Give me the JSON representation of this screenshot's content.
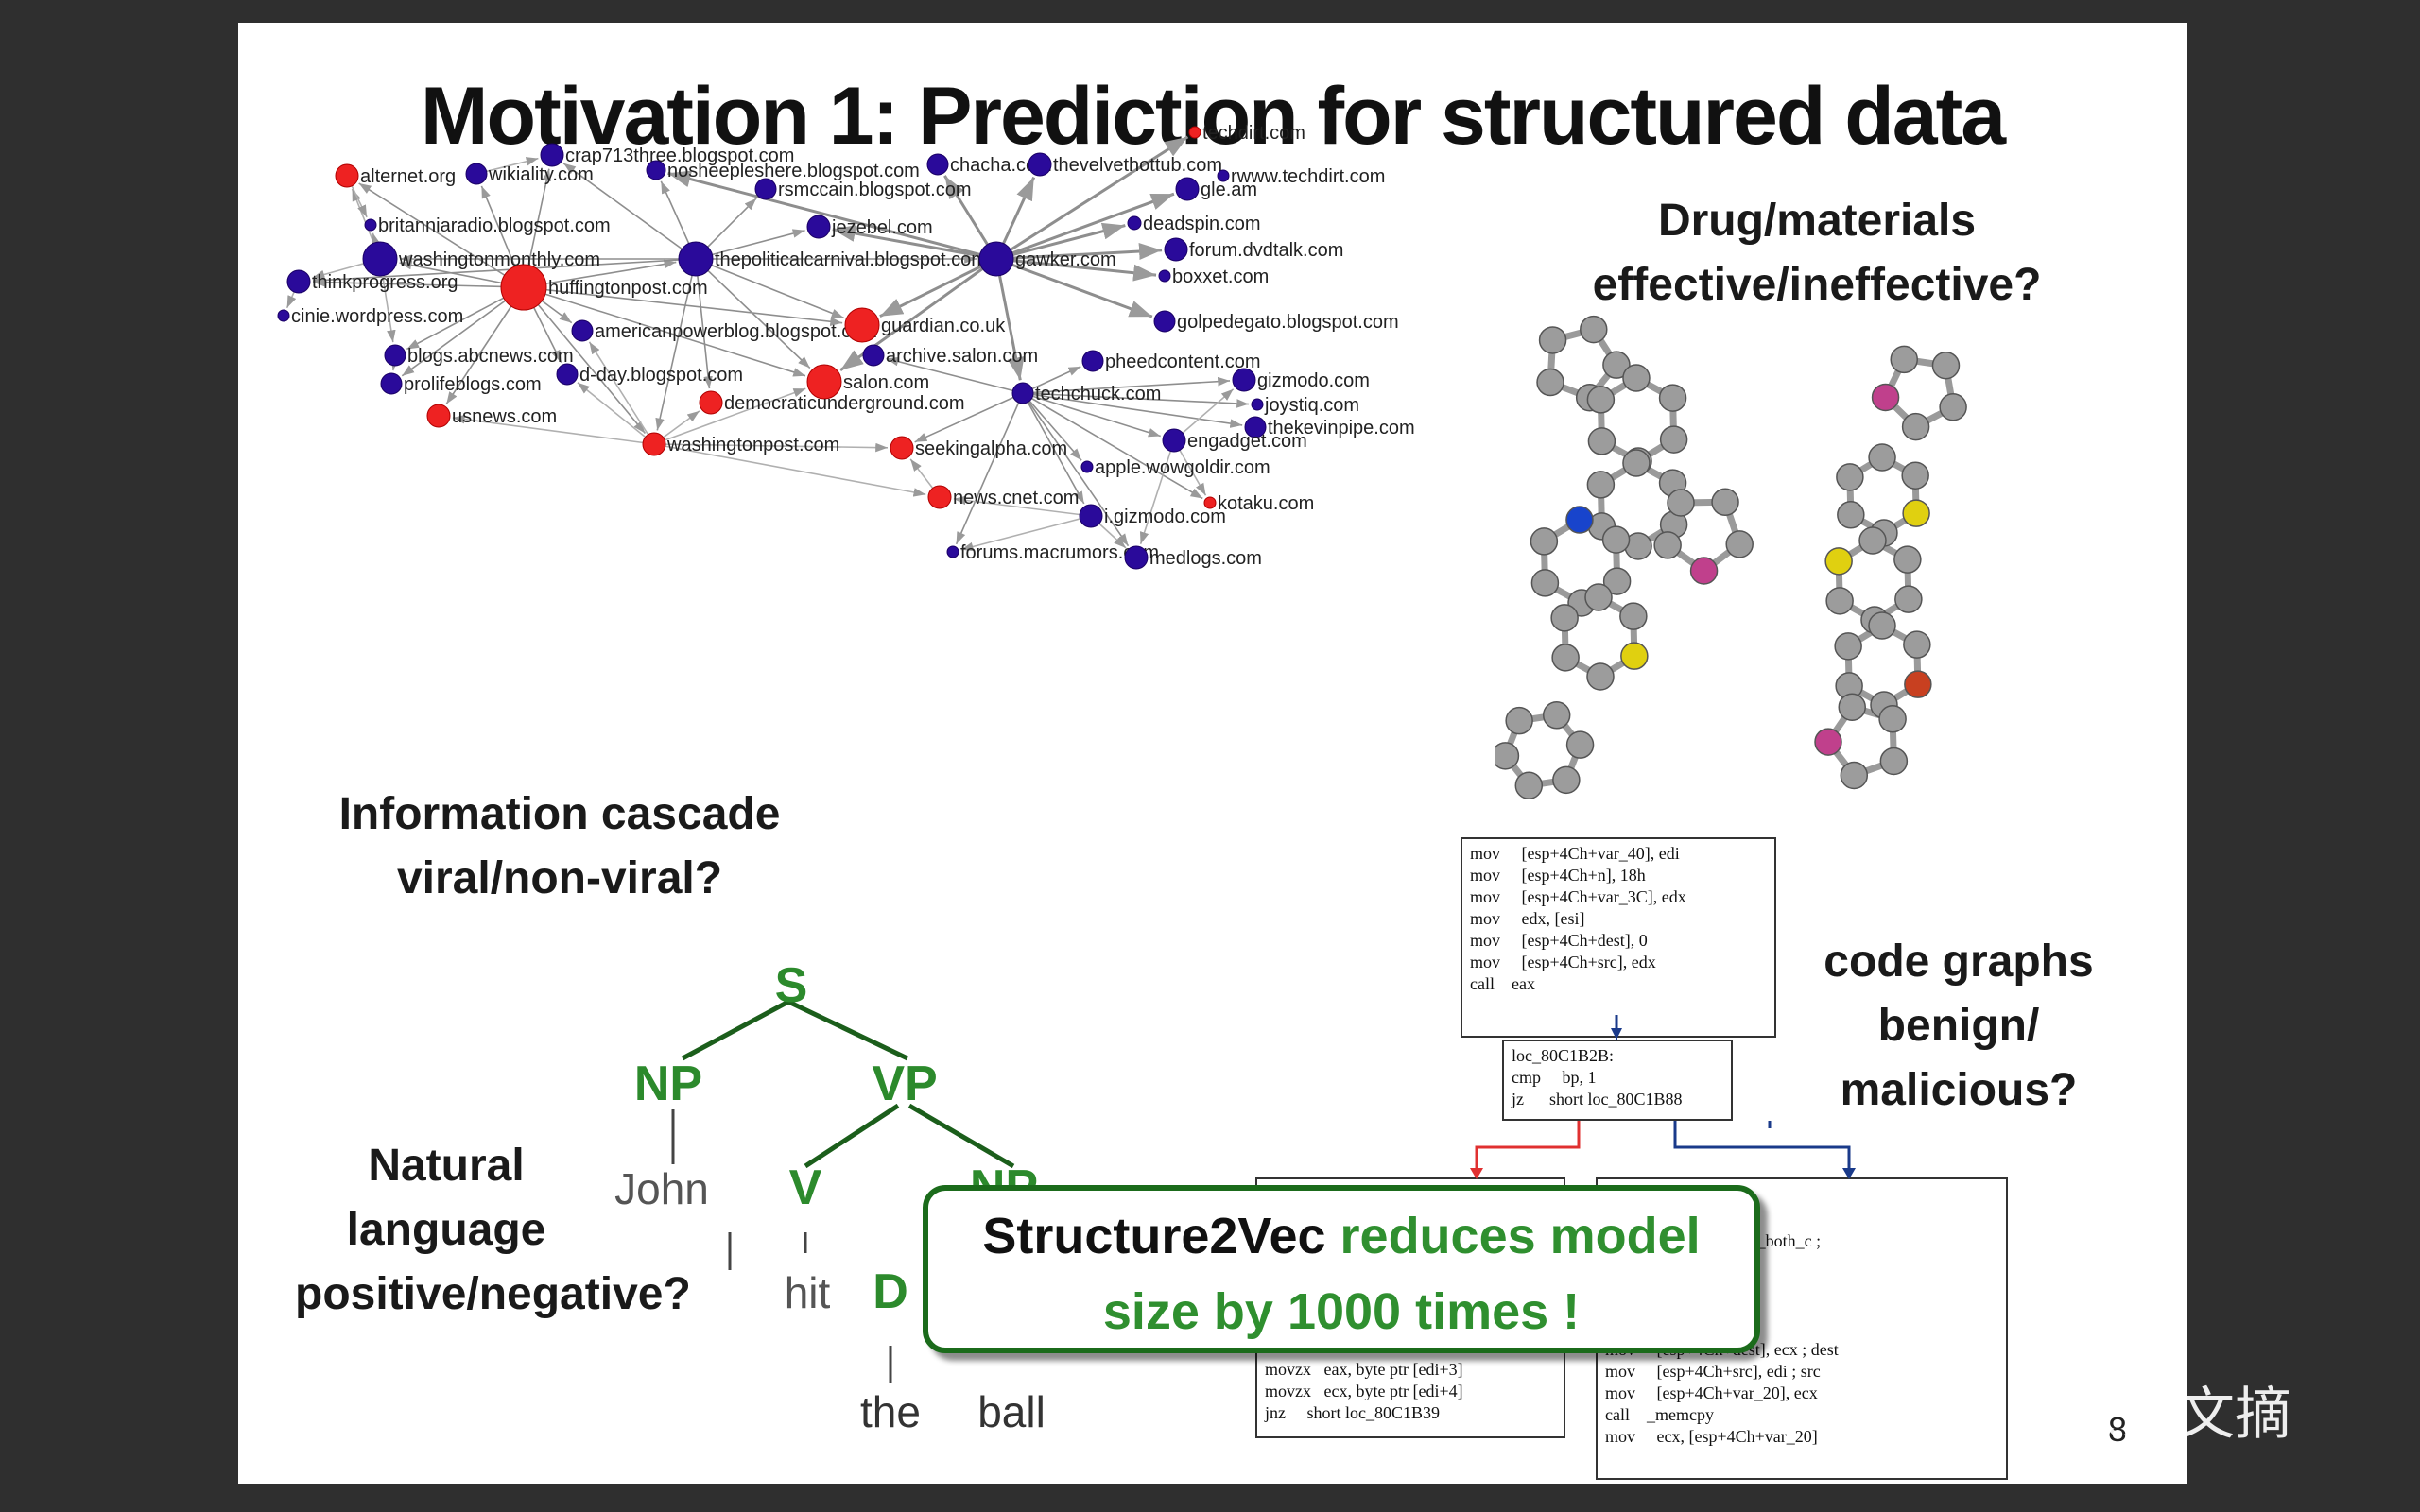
{
  "slide": {
    "title": "Motivation 1: Prediction for structured data",
    "page_number": "8"
  },
  "labels": {
    "cascade_line1": "Information cascade",
    "cascade_line2": "viral/non-viral?",
    "drug_line1": "Drug/materials",
    "drug_line2": "effective/ineffective?",
    "code_line1": "code graphs",
    "code_line2": "benign/",
    "code_line3": "malicious?",
    "nl_line1": "Natural",
    "nl_line2": "language",
    "nl_line3": "positive/negative?"
  },
  "network": {
    "colors": {
      "viral": "#ee2222",
      "nonviral": "#2a0a9a",
      "edge": "#a8a8a8"
    },
    "nodes": [
      {
        "label": "techdirt.com",
        "color": "red"
      },
      {
        "label": "crap713three.blogspot.com",
        "color": "blue"
      },
      {
        "label": "alternet.org",
        "color": "red"
      },
      {
        "label": "wikiality.com",
        "color": "blue"
      },
      {
        "label": "nosheepleshere.blogspot.com",
        "color": "blue"
      },
      {
        "label": "chacha.com",
        "color": "blue"
      },
      {
        "label": "thevelvethottub.com",
        "color": "blue"
      },
      {
        "label": "rwww.techdirt.com",
        "color": "blue"
      },
      {
        "label": "rsmccain.blogspot.com",
        "color": "blue"
      },
      {
        "label": "gle.am",
        "color": "blue"
      },
      {
        "label": "britanniaradio.blogspot.com",
        "color": "blue"
      },
      {
        "label": "jezebel.com",
        "color": "blue"
      },
      {
        "label": "deadspin.com",
        "color": "blue"
      },
      {
        "label": "washingtonmonthly.com",
        "color": "blue"
      },
      {
        "label": "forum.dvdtalk.com",
        "color": "blue"
      },
      {
        "label": "thepoliticalcarnival.blogspot.com",
        "color": "blue"
      },
      {
        "label": "gawker.com",
        "color": "blue"
      },
      {
        "label": "thinkprogress.org",
        "color": "blue"
      },
      {
        "label": "boxxet.com",
        "color": "blue"
      },
      {
        "label": "huffingtonpost.com",
        "color": "red"
      },
      {
        "label": "cinie.wordpress.com",
        "color": "blue"
      },
      {
        "label": "americanpowerblog.blogspot.com",
        "color": "blue"
      },
      {
        "label": "guardian.co.uk",
        "color": "red"
      },
      {
        "label": "golpedegato.blogspot.com",
        "color": "blue"
      },
      {
        "label": "blogs.abcnews.com",
        "color": "blue"
      },
      {
        "label": "archive.salon.com",
        "color": "blue"
      },
      {
        "label": "pheedcontent.com",
        "color": "blue"
      },
      {
        "label": "prolifeblogs.com",
        "color": "blue"
      },
      {
        "label": "d-day.blogspot.com",
        "color": "blue"
      },
      {
        "label": "salon.com",
        "color": "red"
      },
      {
        "label": "gizmodo.com",
        "color": "blue"
      },
      {
        "label": "techchuck.com",
        "color": "blue"
      },
      {
        "label": "democraticunderground.com",
        "color": "red"
      },
      {
        "label": "joystiq.com",
        "color": "blue"
      },
      {
        "label": "usnews.com",
        "color": "red"
      },
      {
        "label": "thekevinpipe.com",
        "color": "blue"
      },
      {
        "label": "engadget.com",
        "color": "blue"
      },
      {
        "label": "washingtonpost.com",
        "color": "red"
      },
      {
        "label": "seekingalpha.com",
        "color": "red"
      },
      {
        "label": "apple.wowgoldir.com",
        "color": "blue"
      },
      {
        "label": "news.cnet.com",
        "color": "red"
      },
      {
        "label": "kotaku.com",
        "color": "red"
      },
      {
        "label": "i.gizmodo.com",
        "color": "blue"
      },
      {
        "label": "forums.macrumors.com",
        "color": "blue"
      },
      {
        "label": "medlogs.com",
        "color": "blue"
      }
    ]
  },
  "parse_tree": {
    "nodes": [
      "S",
      "NP",
      "VP",
      "John",
      "V",
      "NP",
      "hit",
      "D",
      "the",
      "ball"
    ]
  },
  "code": {
    "block1": "mov     [esp+4Ch+var_40], edi\nmov     [esp+4Ch+n], 18h\nmov     [esp+4Ch+var_3C], edx\nmov     edx, [esi]\nmov     [esp+4Ch+dest], 0\nmov     [esp+4Ch+src], edx\ncall    eax",
    "block2": "loc_80C1B2B:\ncmp     bp, 1\njz      short loc_80C1B88",
    "block3": "movzx   eax, byte ptr [edi+3]\nmovzx   ecx, byte ptr [edi+4]\njnz     short loc_80C1B39",
    "block4": "                  +13h]\n\n           src], offset aD1_both_c ;\n           dest], eax\n           var_24], eax\n           malloc\n\nmov     [esp+4Ch+dest], ecx ; dest\nmov     [esp+4Ch+src], edi ; src\nmov     [esp+4Ch+var_20], ecx\ncall    _memcpy\nmov     ecx, [esp+4Ch+var_20]"
  },
  "callout": {
    "part1": "Structure2Vec",
    "part2": " reduces model",
    "part3": "size by 1000 times !"
  },
  "watermark": {
    "text": "大数据文摘"
  }
}
